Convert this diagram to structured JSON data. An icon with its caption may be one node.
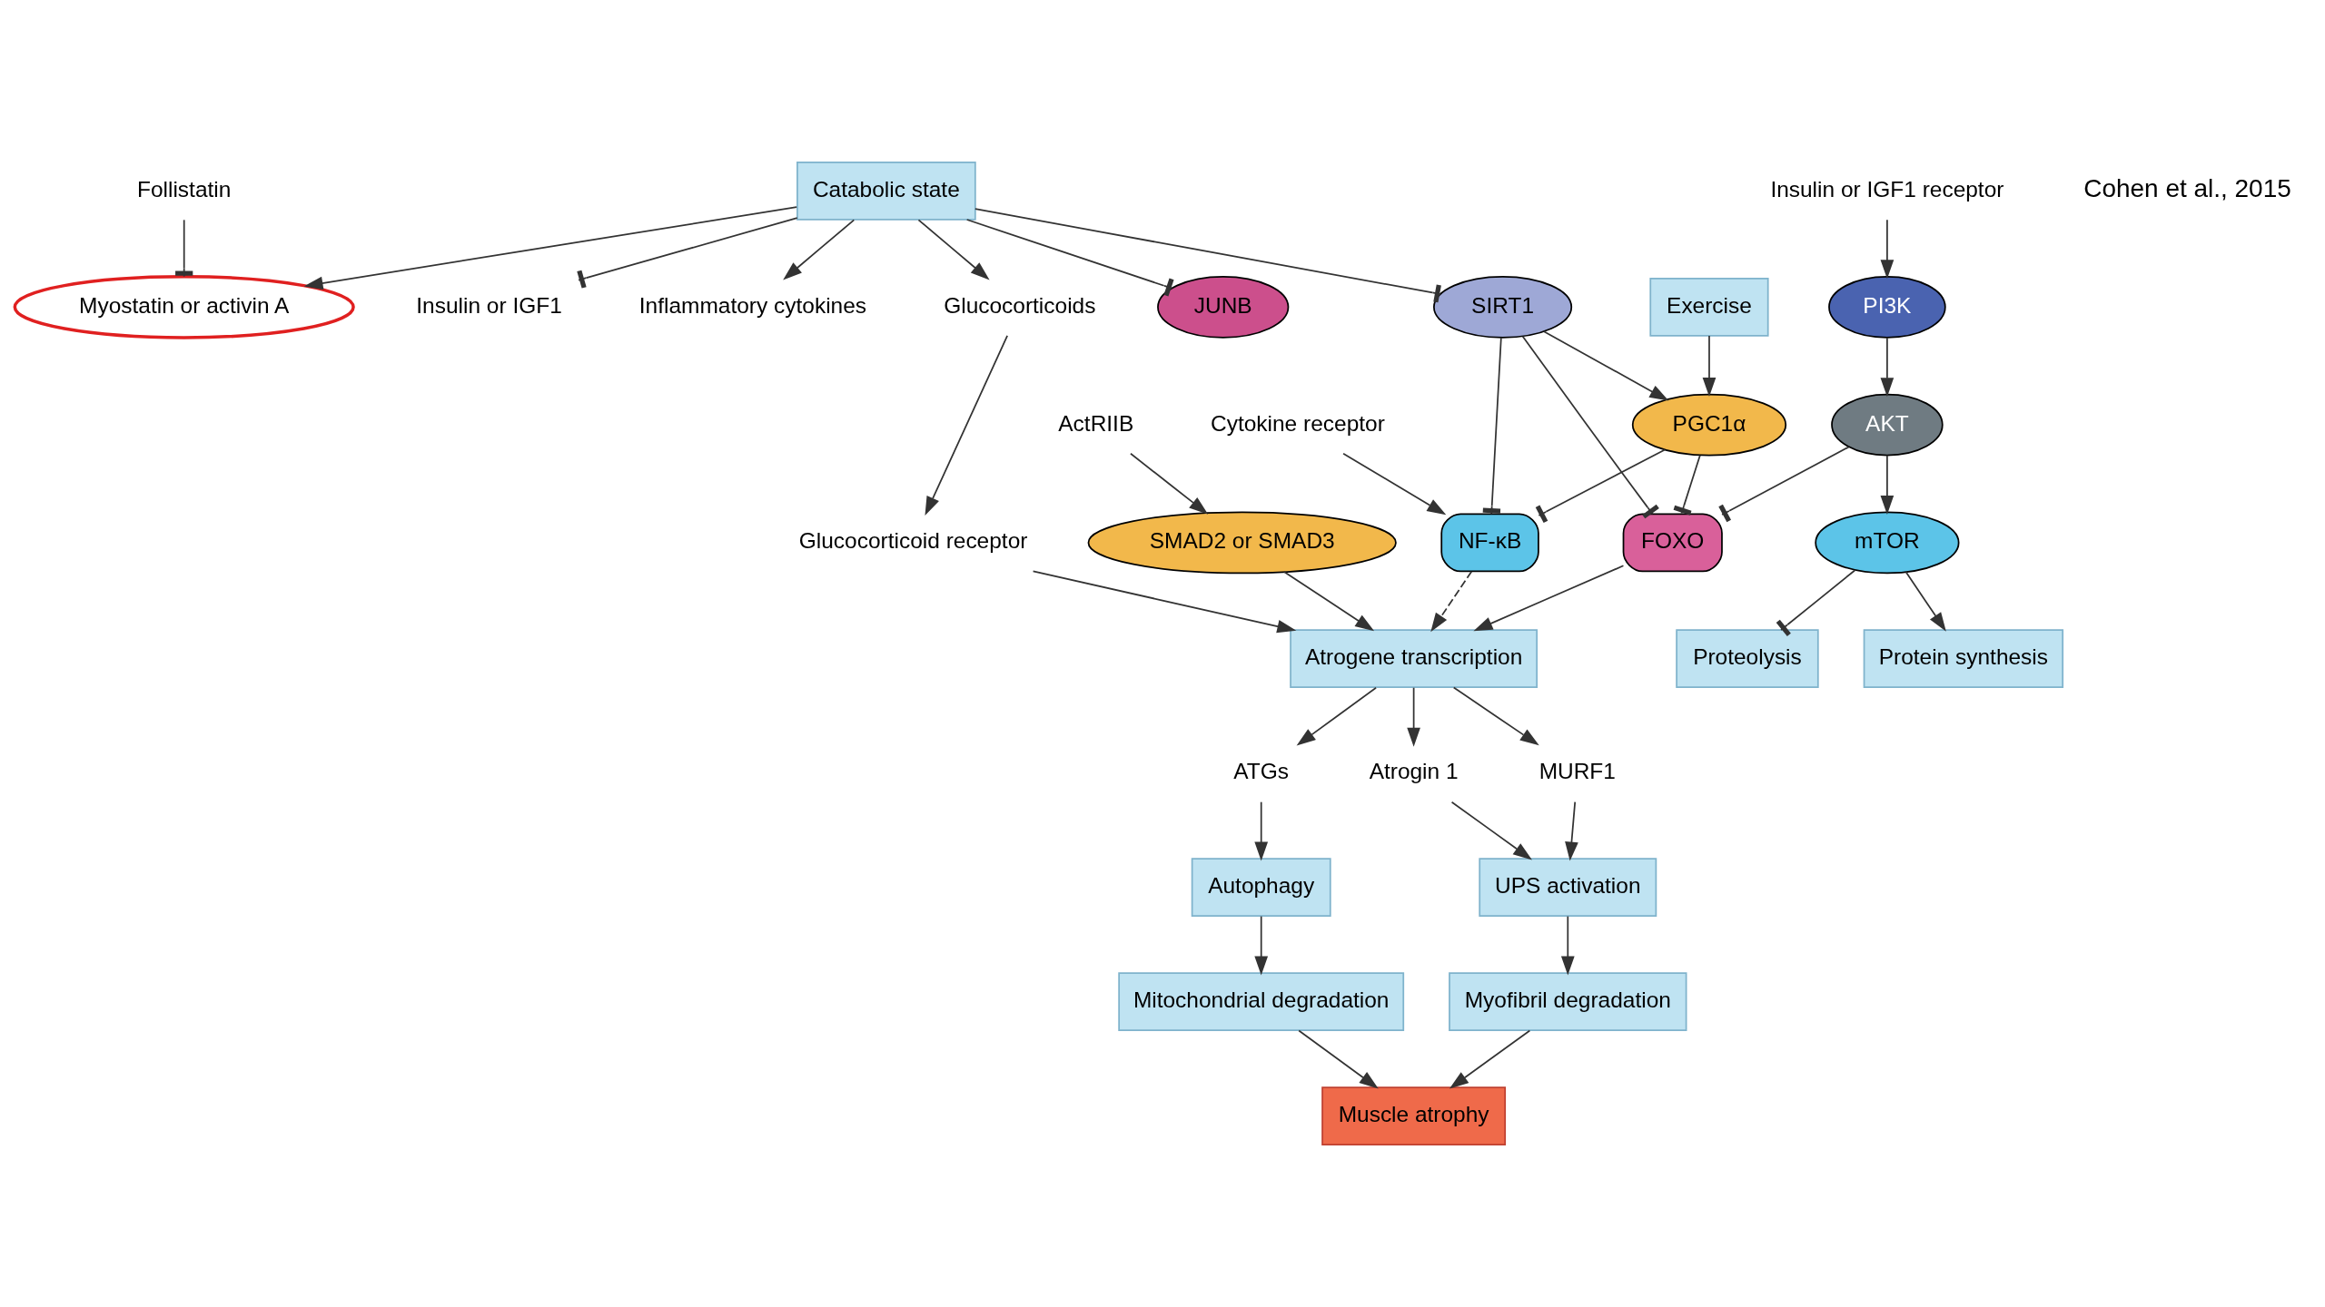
{
  "diagram": {
    "nodes": [
      {
        "text": [
          "Catabolic state"
        ]
      },
      {
        "text": [
          "Follistatin"
        ]
      },
      {
        "text": [
          "Myostatin or activin A"
        ]
      },
      {
        "text": [
          "Glucocorticoids"
        ]
      },
      {
        "text": [
          "Insulin or IGF1"
        ]
      },
      {
        "text": [
          "ActRIIB"
        ]
      },
      {
        "text": [
          "Insulin or IGF1 receptor"
        ]
      },
      {
        "text": [
          "Inflammatory cytokines"
        ]
      },
      {
        "text": [
          "Exercise"
        ]
      },
      {
        "text": [
          "Cytokine receptor"
        ]
      },
      {
        "text": [
          "PI3K"
        ]
      },
      {
        "text": [
          "SIRT1"
        ]
      },
      {
        "text": [
          "AKT"
        ]
      },
      {
        "text": [
          "NF-κB"
        ]
      },
      {
        "text": [
          "Glucocorticoid receptor"
        ]
      },
      {
        "text": [
          "FOXO"
        ]
      },
      {
        "text": [
          "PGC1α"
        ]
      },
      {
        "text": [
          "mTOR"
        ]
      },
      {
        "text": [
          "SMAD2 or SMAD3"
        ]
      },
      {
        "text": [
          "Proteolysis"
        ]
      },
      {
        "text": [
          "Protein synthesis"
        ]
      },
      {
        "text": [
          "JUNB"
        ]
      },
      {
        "text": [
          "ATGs"
        ]
      },
      {
        "text": [
          "MURF1"
        ]
      },
      {
        "text": [
          "Atrogin 1"
        ]
      },
      {
        "text": [
          "Atrogene transcription"
        ]
      },
      {
        "text": [
          "Autophagy"
        ]
      },
      {
        "text": [
          "UPS activation"
        ]
      },
      {
        "text": [
          "Mitochondrial degradation"
        ]
      },
      {
        "text": [
          "Myofibril degradation"
        ]
      },
      {
        "text": [
          "Muscle atrophy"
        ]
      }
    ],
    "edges": [
      {
        "from": 0,
        "to": 2,
        "arrow": "to"
      },
      {
        "from": 0,
        "to": 3,
        "arrow": "to"
      },
      {
        "from": 0,
        "to": 21,
        "arrow": "other"
      },
      {
        "from": 0,
        "to": 4,
        "arrow": "other"
      },
      {
        "from": 0,
        "to": 11,
        "arrow": "other"
      },
      {
        "from": 0,
        "to": 7,
        "arrow": "to"
      },
      {
        "from": 1,
        "to": 2,
        "arrow": "other"
      },
      {
        "from": 5,
        "to": 18,
        "arrow": "to"
      },
      {
        "from": 3,
        "to": 14,
        "arrow": "to"
      },
      {
        "from": 6,
        "to": 10,
        "arrow": "to"
      },
      {
        "from": 10,
        "to": 12,
        "arrow": "to"
      },
      {
        "from": 12,
        "to": 17,
        "arrow": "to"
      },
      {
        "from": 12,
        "to": 15,
        "arrow": "other"
      },
      {
        "from": 17,
        "to": 19,
        "arrow": "other"
      },
      {
        "from": 17,
        "to": 20,
        "arrow": "to"
      },
      {
        "from": 11,
        "to": 15,
        "arrow": "other"
      },
      {
        "from": 11,
        "to": 16,
        "arrow": "to"
      },
      {
        "from": 11,
        "to": 13,
        "arrow": "other"
      },
      {
        "from": 8,
        "to": 16,
        "arrow": "to"
      },
      {
        "from": 9,
        "to": 13,
        "arrow": "to"
      },
      {
        "from": 16,
        "to": 15,
        "arrow": "other"
      },
      {
        "from": 16,
        "to": 13,
        "arrow": "other"
      },
      {
        "from": 18,
        "to": 25,
        "arrow": "to"
      },
      {
        "from": 14,
        "to": 25,
        "arrow": "to"
      },
      {
        "from": 15,
        "to": 25,
        "arrow": "to"
      },
      {
        "from": 13,
        "to": 25,
        "arrow": "to",
        "style": "dashed"
      },
      {
        "from": 25,
        "to": 22,
        "arrow": "to"
      },
      {
        "from": 25,
        "to": 23,
        "arrow": "to"
      },
      {
        "from": 25,
        "to": 24,
        "arrow": "to"
      },
      {
        "from": 22,
        "to": 26,
        "arrow": "to"
      },
      {
        "from": 23,
        "to": 27,
        "arrow": "to"
      },
      {
        "from": 24,
        "to": 27,
        "arrow": "to"
      },
      {
        "from": 26,
        "to": 28,
        "arrow": "to"
      },
      {
        "from": 27,
        "to": 29,
        "arrow": "to"
      },
      {
        "from": 28,
        "to": 30,
        "arrow": "to"
      },
      {
        "from": 29,
        "to": 30,
        "arrow": "to"
      }
    ],
    "labels": [
      "Cohen et al., 2015"
    ]
  }
}
